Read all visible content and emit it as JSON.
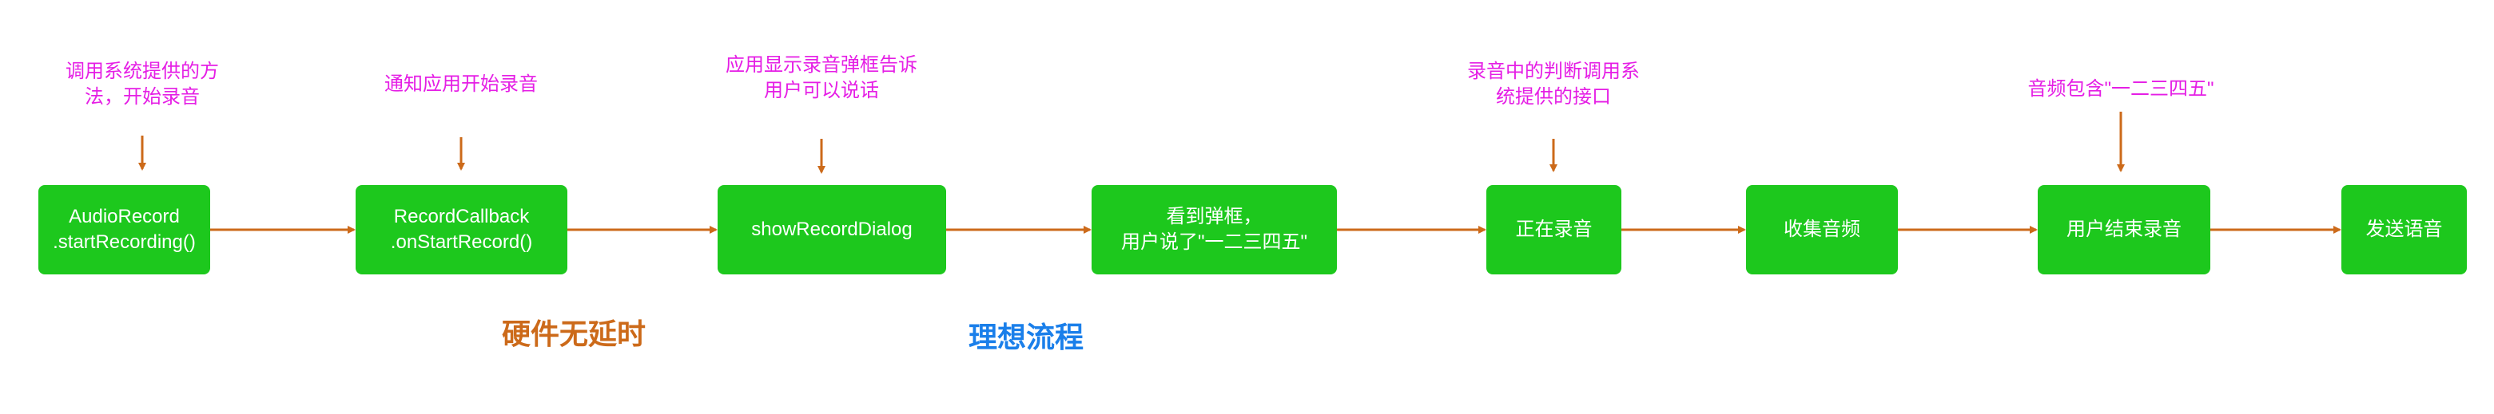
{
  "colors": {
    "box": "#1dc81d",
    "box_text": "#ffffff",
    "annotation": "#e51ee5",
    "arrow": "#cc6a1a",
    "label_hardware": "#cc6a1a",
    "label_ideal": "#1a7fea"
  },
  "steps": [
    {
      "label": "AudioRecord\n.startRecording()",
      "note": "调用系统提供的方\n法，开始录音"
    },
    {
      "label": "RecordCallback\n.onStartRecord()",
      "note": "通知应用开始录音"
    },
    {
      "label": "showRecordDialog",
      "note": "应用显示录音弹框告诉\n用户可以说话"
    },
    {
      "label": "看到弹框，\n用户说了\"一二三四五\"",
      "note": ""
    },
    {
      "label": "正在录音",
      "note": "录音中的判断调用系\n统提供的接口"
    },
    {
      "label": "收集音频",
      "note": ""
    },
    {
      "label": "用户结束录音",
      "note": "音频包含\"一二三四五\""
    },
    {
      "label": "发送语音",
      "note": ""
    }
  ],
  "labels": {
    "hardware": "硬件无延时",
    "ideal": "理想流程"
  }
}
